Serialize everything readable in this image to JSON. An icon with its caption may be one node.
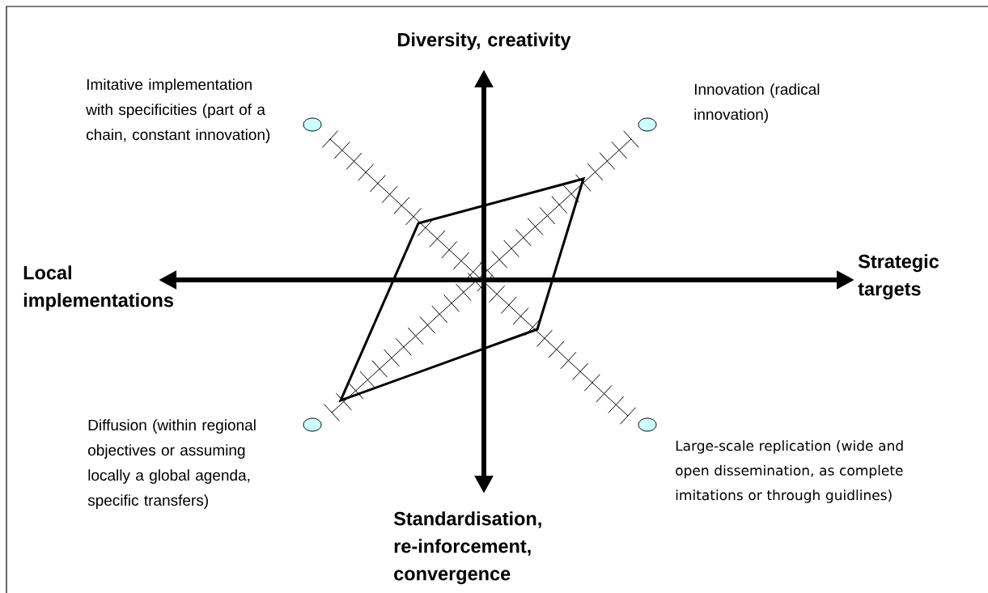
{
  "diagram": {
    "labels": [
      "Diversity, creativity",
      "Imitative implementation with specificities (part of a chain, constant innovation)",
      "Innovation (radical innovation)",
      "Local implementations",
      "Strategic targets",
      "Diffusion (within regional objectives or assuming locally a global agenda, specific transfers)",
      "Large-scale replication (wide and open dissemination, as complete imitations or through guidlines)",
      "Standardisation, re-inforcement, convergence"
    ]
  }
}
